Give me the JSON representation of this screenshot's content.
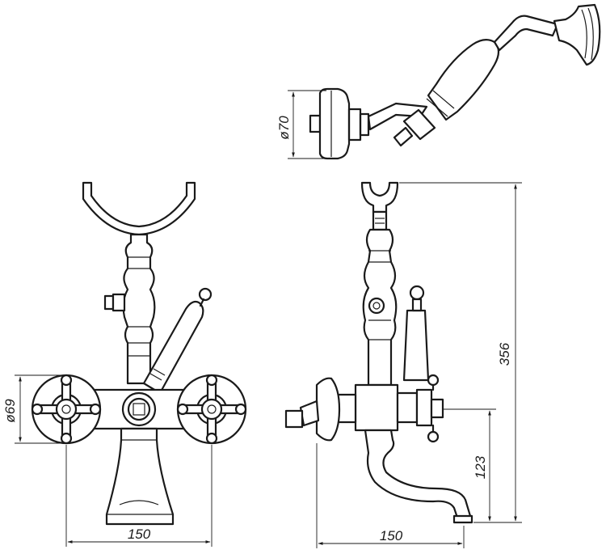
{
  "dimensions": {
    "shower_head_dia": "ø70",
    "wall_plate_dia": "ø69",
    "front_width": "150",
    "side_width": "150",
    "total_height": "356",
    "spout_height": "123"
  }
}
